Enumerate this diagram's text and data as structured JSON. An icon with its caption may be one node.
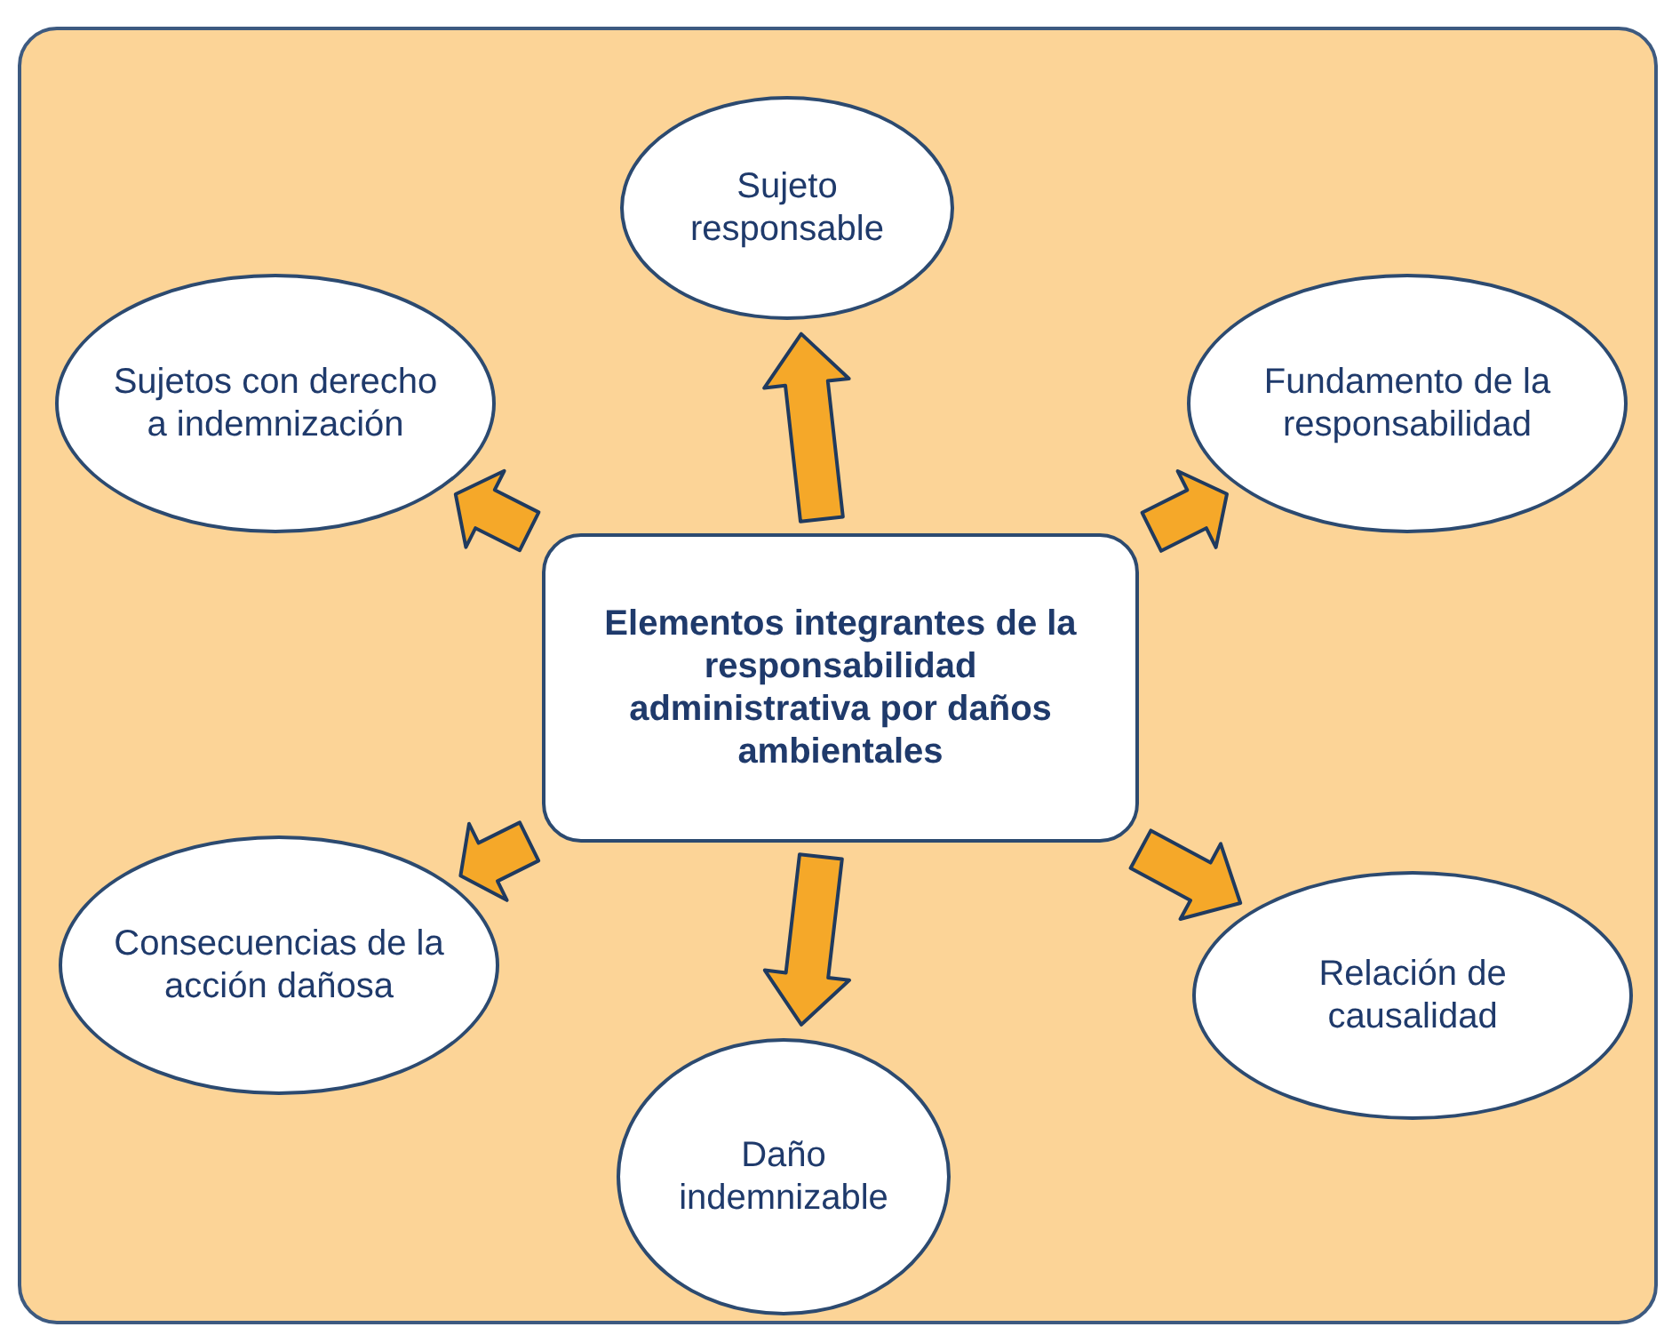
{
  "diagram": {
    "nodes": [
      {
        "text": [
          "Elementos integrantes de la responsabilidad administrativa por daños ambientales"
        ]
      },
      {
        "text": [
          "Sujeto responsable"
        ]
      },
      {
        "text": [
          "Sujetos con derecho a indemnización"
        ]
      },
      {
        "text": [
          "Fundamento de la responsabilidad"
        ]
      },
      {
        "text": [
          "Consecuencias de la acción dañosa"
        ]
      },
      {
        "text": [
          "Relación de causalidad"
        ]
      },
      {
        "text": [
          "Daño indemnizable"
        ]
      }
    ],
    "edges": [
      {
        "from": 0,
        "to": 1,
        "arrow": "to"
      },
      {
        "from": 0,
        "to": 2,
        "arrow": "to"
      },
      {
        "from": 0,
        "to": 3,
        "arrow": "to"
      },
      {
        "from": 0,
        "to": 4,
        "arrow": "to"
      },
      {
        "from": 0,
        "to": 5,
        "arrow": "to"
      },
      {
        "from": 0,
        "to": 6,
        "arrow": "to"
      }
    ]
  }
}
